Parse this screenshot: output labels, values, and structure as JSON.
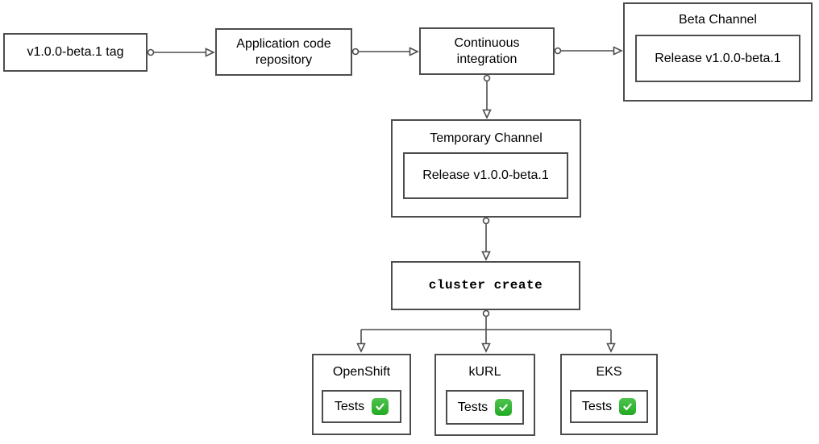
{
  "diagram": {
    "background_color": "#ffffff",
    "stroke_color": "#4d4d4d",
    "text_color": "#000000",
    "check_icon_color": "#2fb42f",
    "tag": {
      "label": "v1.0.0-beta.1 tag"
    },
    "app_repo": {
      "label": "Application code repository"
    },
    "ci": {
      "label": "Continuous integration"
    },
    "beta_channel": {
      "title": "Beta Channel",
      "release_label": "Release v1.0.0-beta.1"
    },
    "temp_channel": {
      "title": "Temporary Channel",
      "release_label": "Release v1.0.0-beta.1"
    },
    "cluster_create": {
      "label": "cluster create"
    },
    "clusters": [
      {
        "title": "OpenShift",
        "tests_label": "Tests",
        "status_icon": "green-check-icon"
      },
      {
        "title": "kURL",
        "tests_label": "Tests",
        "status_icon": "green-check-icon"
      },
      {
        "title": "EKS",
        "tests_label": "Tests",
        "status_icon": "green-check-icon"
      }
    ]
  }
}
